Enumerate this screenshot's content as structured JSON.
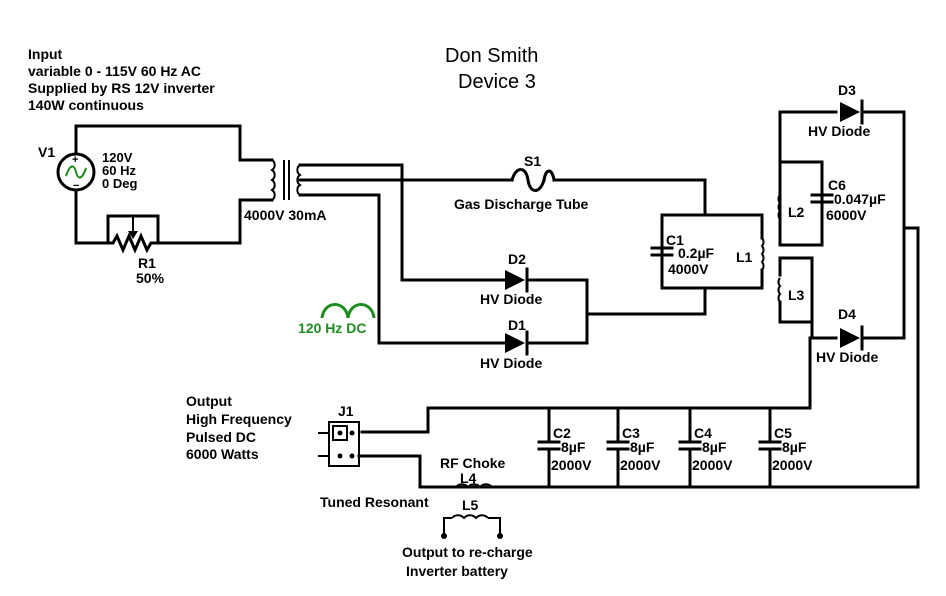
{
  "title": {
    "line1": "Don Smith",
    "line2": "Device 3"
  },
  "input": {
    "line1": "Input",
    "line2": "variable 0 - 115V 60 Hz AC",
    "line3": "Supplied by RS 12V inverter",
    "line4": "140W continuous"
  },
  "v1": {
    "name": "V1",
    "voltage": "120V",
    "freq": "60 Hz",
    "phase": "0 Deg"
  },
  "r1": {
    "name": "R1",
    "value": "50%"
  },
  "transformer": {
    "rating": "4000V 30mA"
  },
  "s1": {
    "name": "S1",
    "label": "Gas Discharge Tube"
  },
  "d2": {
    "name": "D2",
    "label": "HV Diode"
  },
  "d1": {
    "name": "D1",
    "label": "HV Diode"
  },
  "d3": {
    "name": "D3",
    "label": "HV Diode"
  },
  "d4": {
    "name": "D4",
    "label": "HV Diode"
  },
  "dc_wave": {
    "label": "120 Hz DC",
    "color": "#1e8c1e"
  },
  "c1": {
    "name": "C1",
    "value": "0.2µF",
    "voltage": "4000V"
  },
  "l1": {
    "name": "L1"
  },
  "l2": {
    "name": "L2"
  },
  "l3": {
    "name": "L3"
  },
  "c6": {
    "name": "C6",
    "value": "0.047µF",
    "voltage": "6000V"
  },
  "output": {
    "line1": "Output",
    "line2": "High Frequency",
    "line3": "Pulsed DC",
    "line4": "6000 Watts"
  },
  "j1": {
    "name": "J1"
  },
  "caps": [
    {
      "name": "C2",
      "value": "8µF",
      "voltage": "2000V"
    },
    {
      "name": "C3",
      "value": "8µF",
      "voltage": "2000V"
    },
    {
      "name": "C4",
      "value": "8µF",
      "voltage": "2000V"
    },
    {
      "name": "C5",
      "value": "8µF",
      "voltage": "2000V"
    }
  ],
  "l4": {
    "name": "L4",
    "label": "RF Choke"
  },
  "l5": {
    "name": "L5",
    "label": "Tuned Resonant"
  },
  "recharge": {
    "line1": "Output to re-charge",
    "line2": "Inverter battery"
  }
}
